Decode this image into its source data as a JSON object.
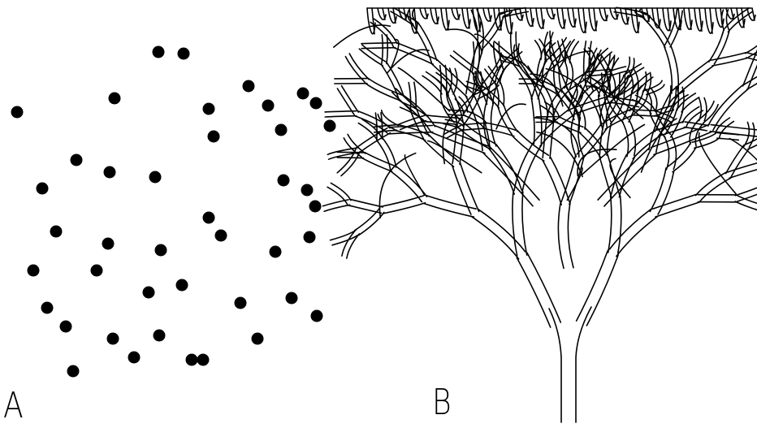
{
  "panels": [
    {
      "id": "A",
      "label": "A",
      "content": "scattered-dots"
    },
    {
      "id": "B",
      "label": "B",
      "content": "branching-network"
    }
  ],
  "colors": {
    "ink": "#000000",
    "background": "#ffffff"
  }
}
